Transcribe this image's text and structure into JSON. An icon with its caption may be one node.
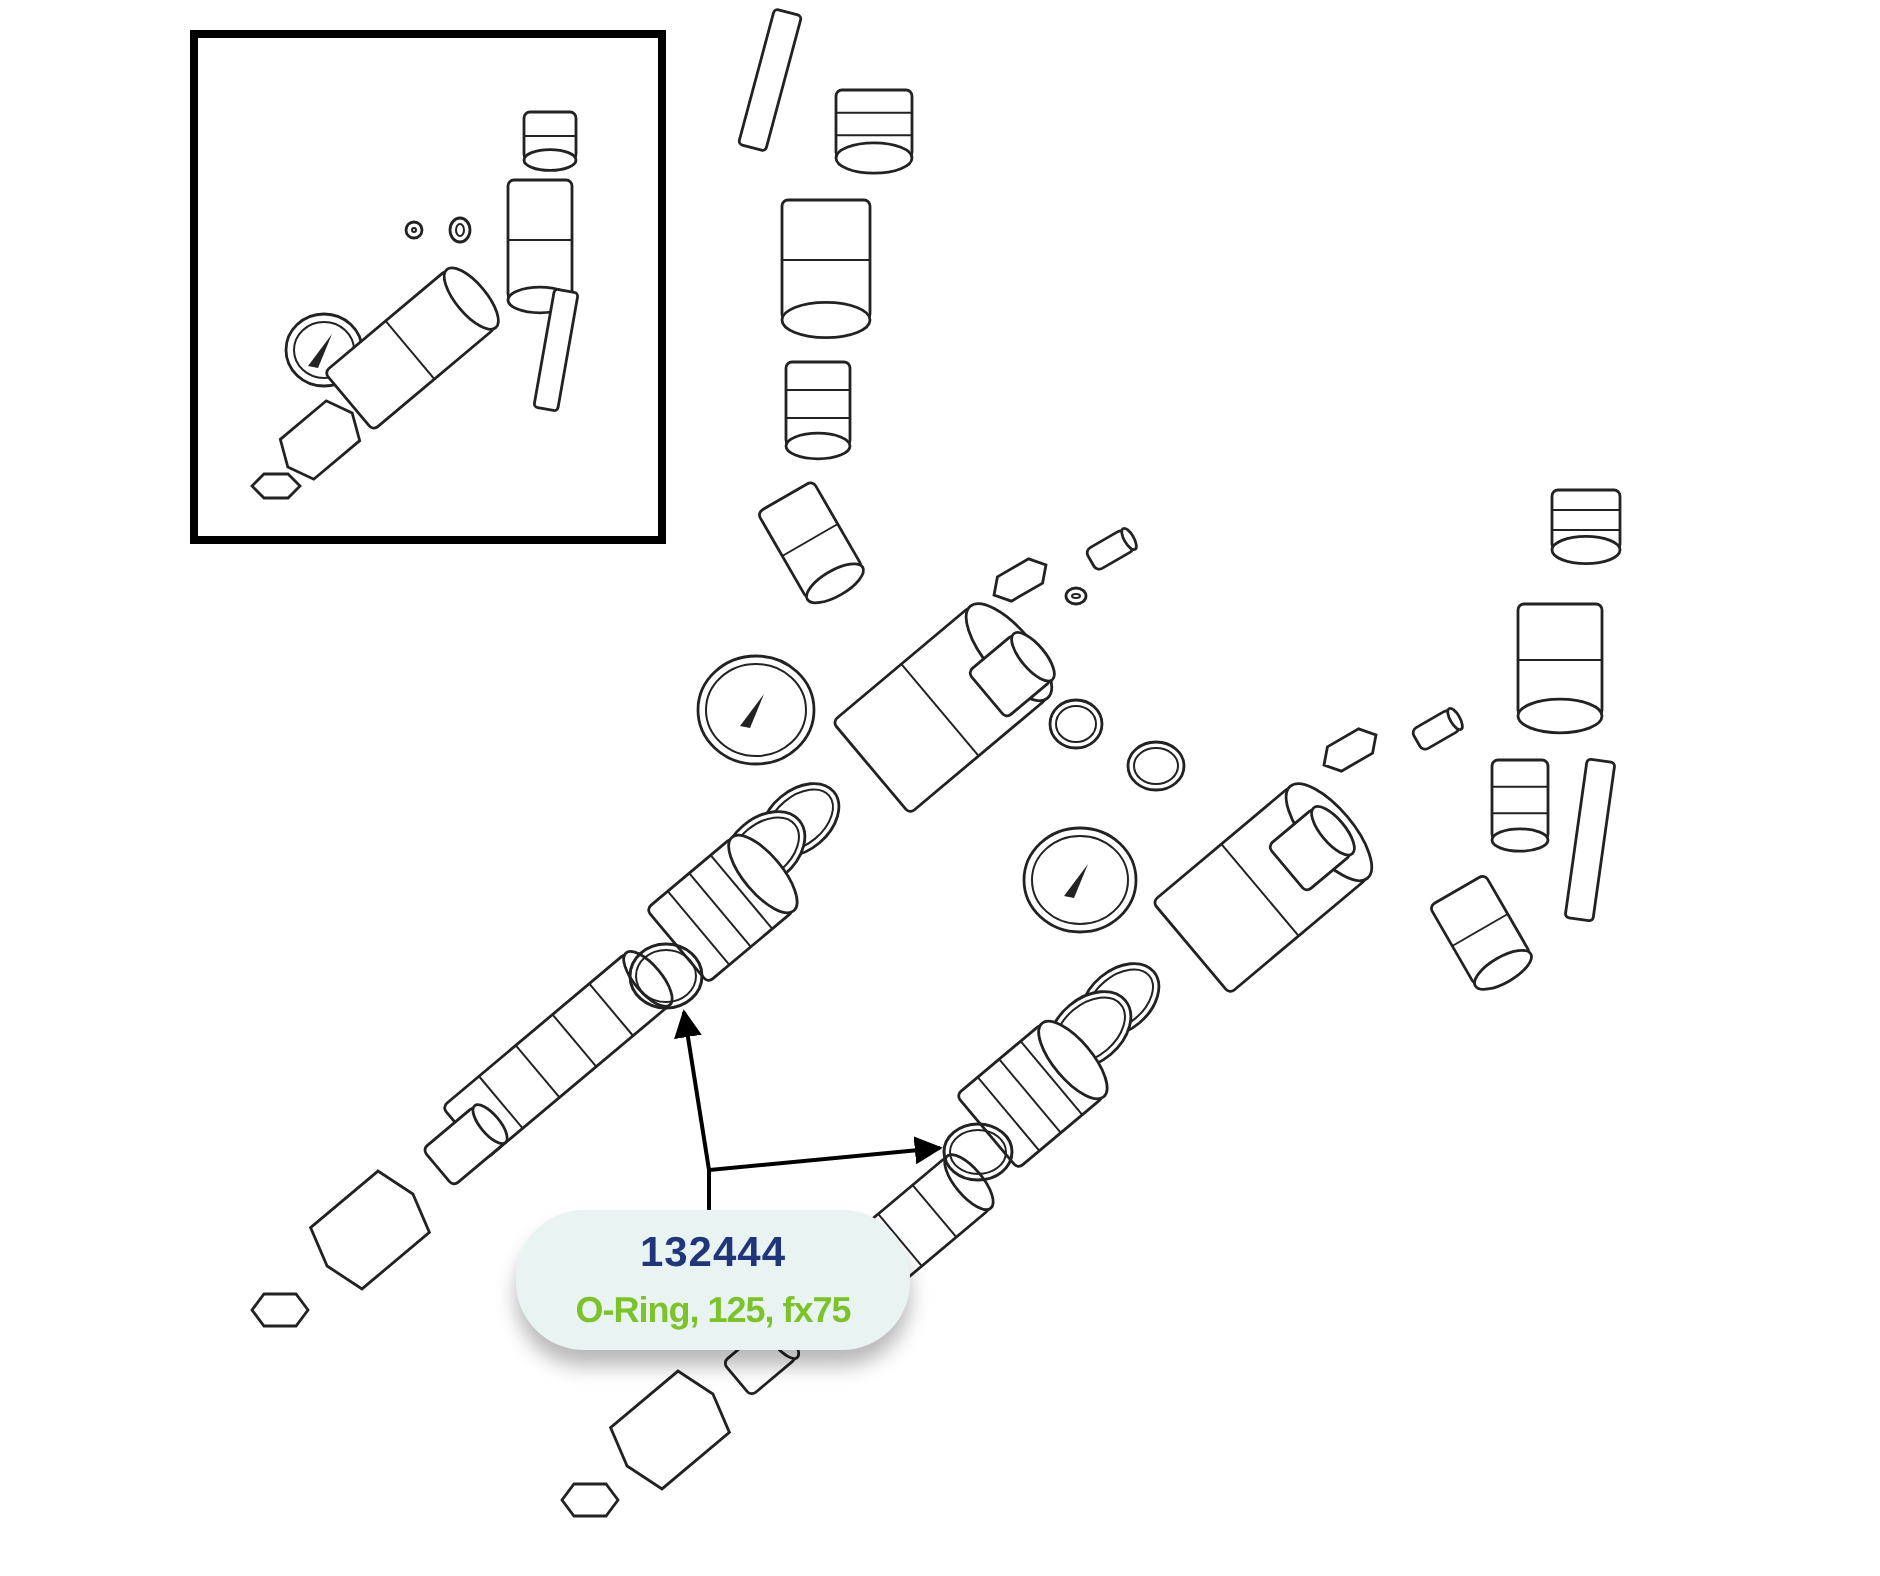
{
  "diagram": {
    "nodes": [
      {
        "text": [
          "132444",
          "O-Ring, 125, fx75"
        ]
      },
      {
        "text": [],
        "shape": "circle"
      },
      {
        "text": [],
        "shape": "circle"
      }
    ],
    "edges": [
      {
        "from": 0,
        "to": 1,
        "arrow": "to"
      },
      {
        "from": 0,
        "to": 2,
        "arrow": "to"
      }
    ]
  }
}
